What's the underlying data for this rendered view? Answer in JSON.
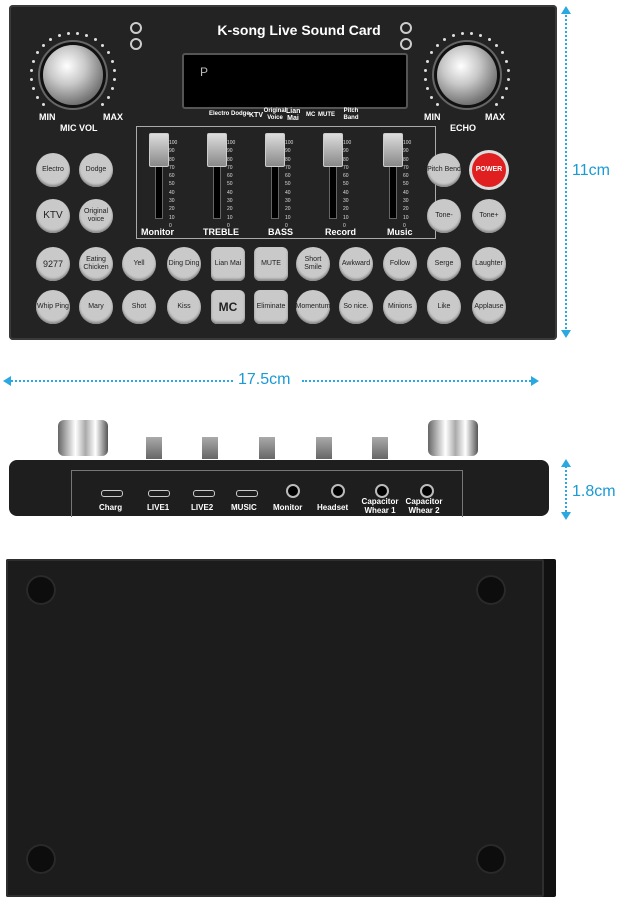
{
  "top": {
    "title": "K-song Live Sound Card",
    "mic_vol": {
      "min": "MIN",
      "name": "MIC VOL",
      "max": "MAX"
    },
    "echo": {
      "min": "MIN",
      "name": "ECHO",
      "max": "MAX"
    },
    "display_text": "P",
    "mode_labels": [
      "Electro",
      "Dodge",
      "KTV",
      "Original Voice",
      "Lian Mai",
      "MC",
      "MUTE",
      "Pitch Band"
    ],
    "fader_labels": [
      "Monitor",
      "TREBLE",
      "BASS",
      "Record",
      "Music"
    ],
    "scale": [
      "100",
      "90",
      "80",
      "70",
      "60",
      "50",
      "40",
      "30",
      "20",
      "10",
      "0"
    ],
    "buttons_left": [
      "Electro",
      "Dodge",
      "KTV",
      "Original voice"
    ],
    "buttons_right": [
      "Pitch Bend",
      "POWER",
      "Tone-",
      "Tone+"
    ],
    "row3": [
      "9277",
      "Eating Chicken",
      "Yell",
      "Ding Ding",
      "Lian Mai",
      "MUTE",
      "Short Smile",
      "Awkward",
      "Follow",
      "Serge",
      "Laughter"
    ],
    "row4": [
      "Whip Ping",
      "Mary",
      "Shot",
      "Kiss",
      "MC",
      "Eliminate",
      "Momentum",
      "So nice.",
      "Minions",
      "Like",
      "Applause"
    ]
  },
  "dimensions": {
    "height_top": "11cm",
    "width": "17.5cm",
    "height_side": "1.8cm"
  },
  "side": {
    "ports": [
      "Charg",
      "LIVE1",
      "LIVE2",
      "MUSIC",
      "Monitor",
      "Headset",
      "Capacitor Whear 1",
      "Capacitor Whear 2"
    ]
  },
  "colors": {
    "device": "#232323",
    "button": "#c9c9c9",
    "power": "#e02020",
    "dimension": "#2aa8e0"
  }
}
